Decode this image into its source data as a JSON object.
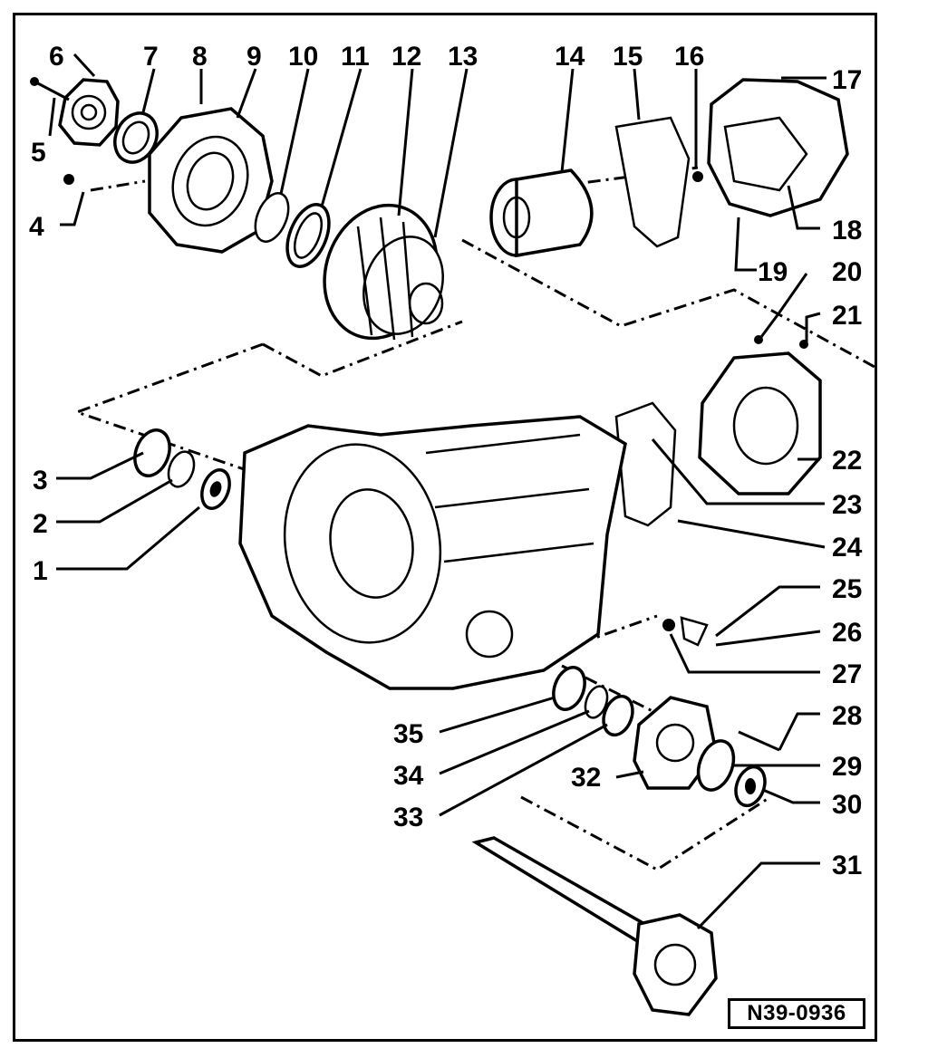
{
  "diagram": {
    "reference_code": "N39-0936",
    "part_labels": [
      "1",
      "2",
      "3",
      "4",
      "5",
      "6",
      "7",
      "8",
      "9",
      "10",
      "11",
      "12",
      "13",
      "14",
      "15",
      "16",
      "17",
      "18",
      "19",
      "20",
      "21",
      "22",
      "23",
      "24",
      "25",
      "26",
      "27",
      "28",
      "29",
      "30",
      "31",
      "32",
      "33",
      "34",
      "35"
    ]
  }
}
